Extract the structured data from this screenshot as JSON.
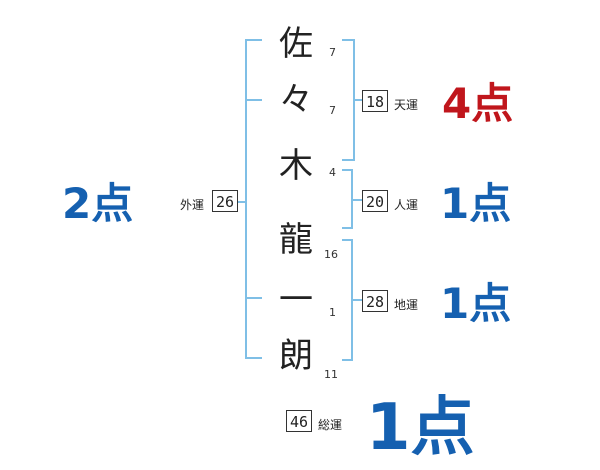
{
  "name_chars": [
    {
      "char": "佐",
      "strokes": "7"
    },
    {
      "char": "々",
      "strokes": "7"
    },
    {
      "char": "木",
      "strokes": "4"
    },
    {
      "char": "龍",
      "strokes": "16"
    },
    {
      "char": "一",
      "strokes": "1"
    },
    {
      "char": "朗",
      "strokes": "11"
    }
  ],
  "tenun": {
    "value": "18",
    "label": "天運",
    "score": "4点"
  },
  "jinun": {
    "value": "20",
    "label": "人運",
    "score": "1点"
  },
  "chiun": {
    "value": "28",
    "label": "地運",
    "score": "1点"
  },
  "gaiun": {
    "value": "26",
    "label": "外運",
    "score": "2点"
  },
  "souun": {
    "value": "46",
    "label": "総運",
    "score": "1点"
  },
  "colors": {
    "bracket": "#7fbfe6",
    "score_red": "#c0161c",
    "score_blue": "#1560b0"
  }
}
